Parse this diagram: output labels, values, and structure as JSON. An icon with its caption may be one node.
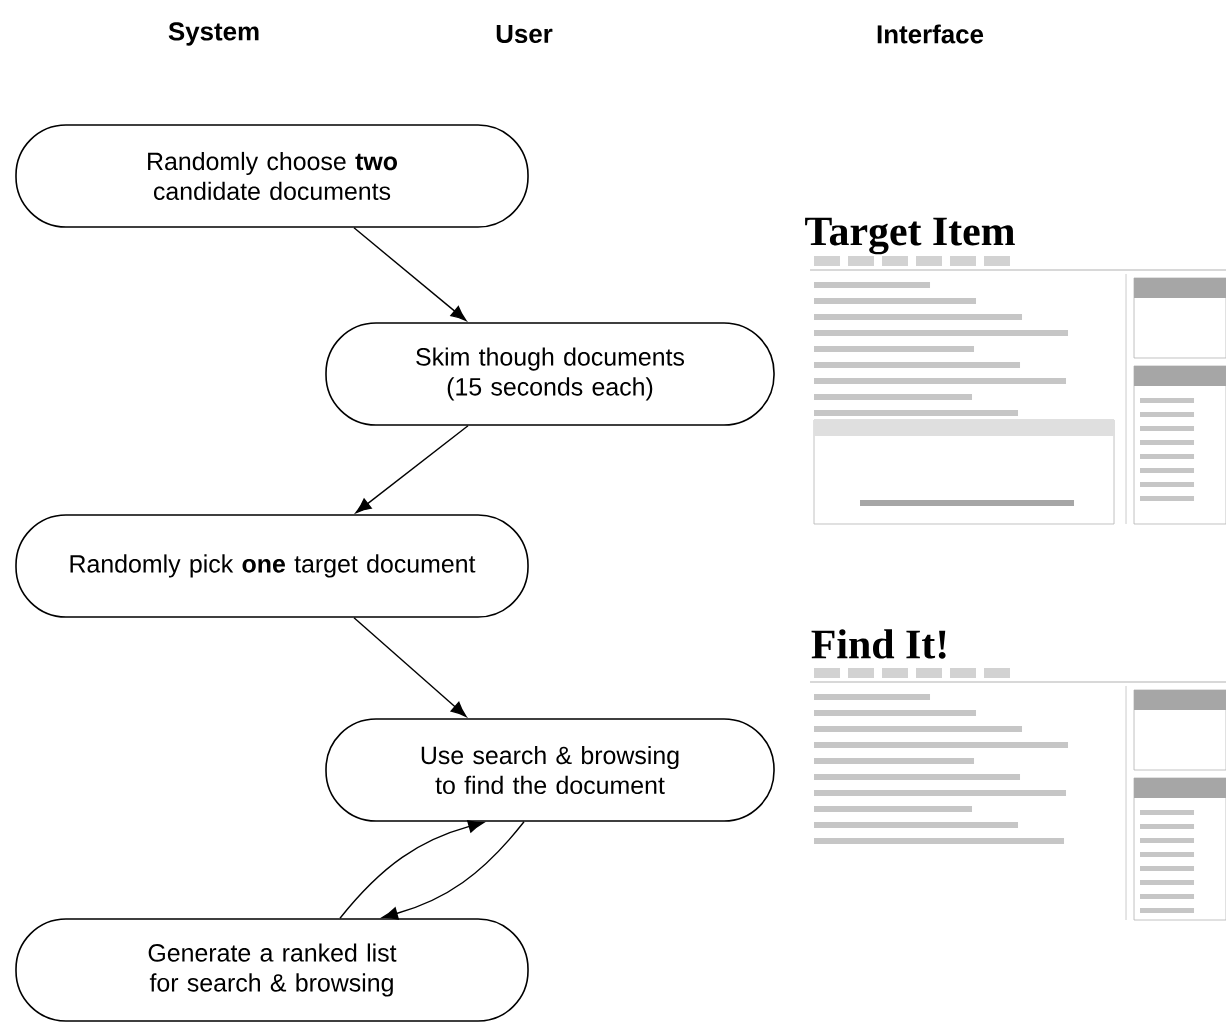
{
  "diagram": {
    "nodes": [
      {
        "text": [
          "Randomly choose **two** candidate documents"
        ]
      },
      {
        "text": [
          "Skim though documents (15 seconds each)"
        ]
      },
      {
        "text": [
          "Randomly pick **one** target document"
        ]
      },
      {
        "text": [
          "Use search & browsing to find the document"
        ]
      },
      {
        "text": [
          "Generate a ranked list for search & browsing"
        ]
      },
      {
        "text": [
          "Target Item"
        ]
      },
      {
        "text": [
          "Find It!"
        ]
      }
    ],
    "edges": [
      {
        "from": 0,
        "to": 1,
        "arrow": "to"
      },
      {
        "from": 1,
        "to": 2,
        "arrow": "to"
      },
      {
        "from": 2,
        "to": 3,
        "arrow": "to"
      },
      {
        "from": 4,
        "to": 3,
        "arrow": "to"
      },
      {
        "from": 3,
        "to": 4,
        "arrow": "to"
      }
    ],
    "labels": [
      "System",
      "User",
      "Interface"
    ]
  }
}
